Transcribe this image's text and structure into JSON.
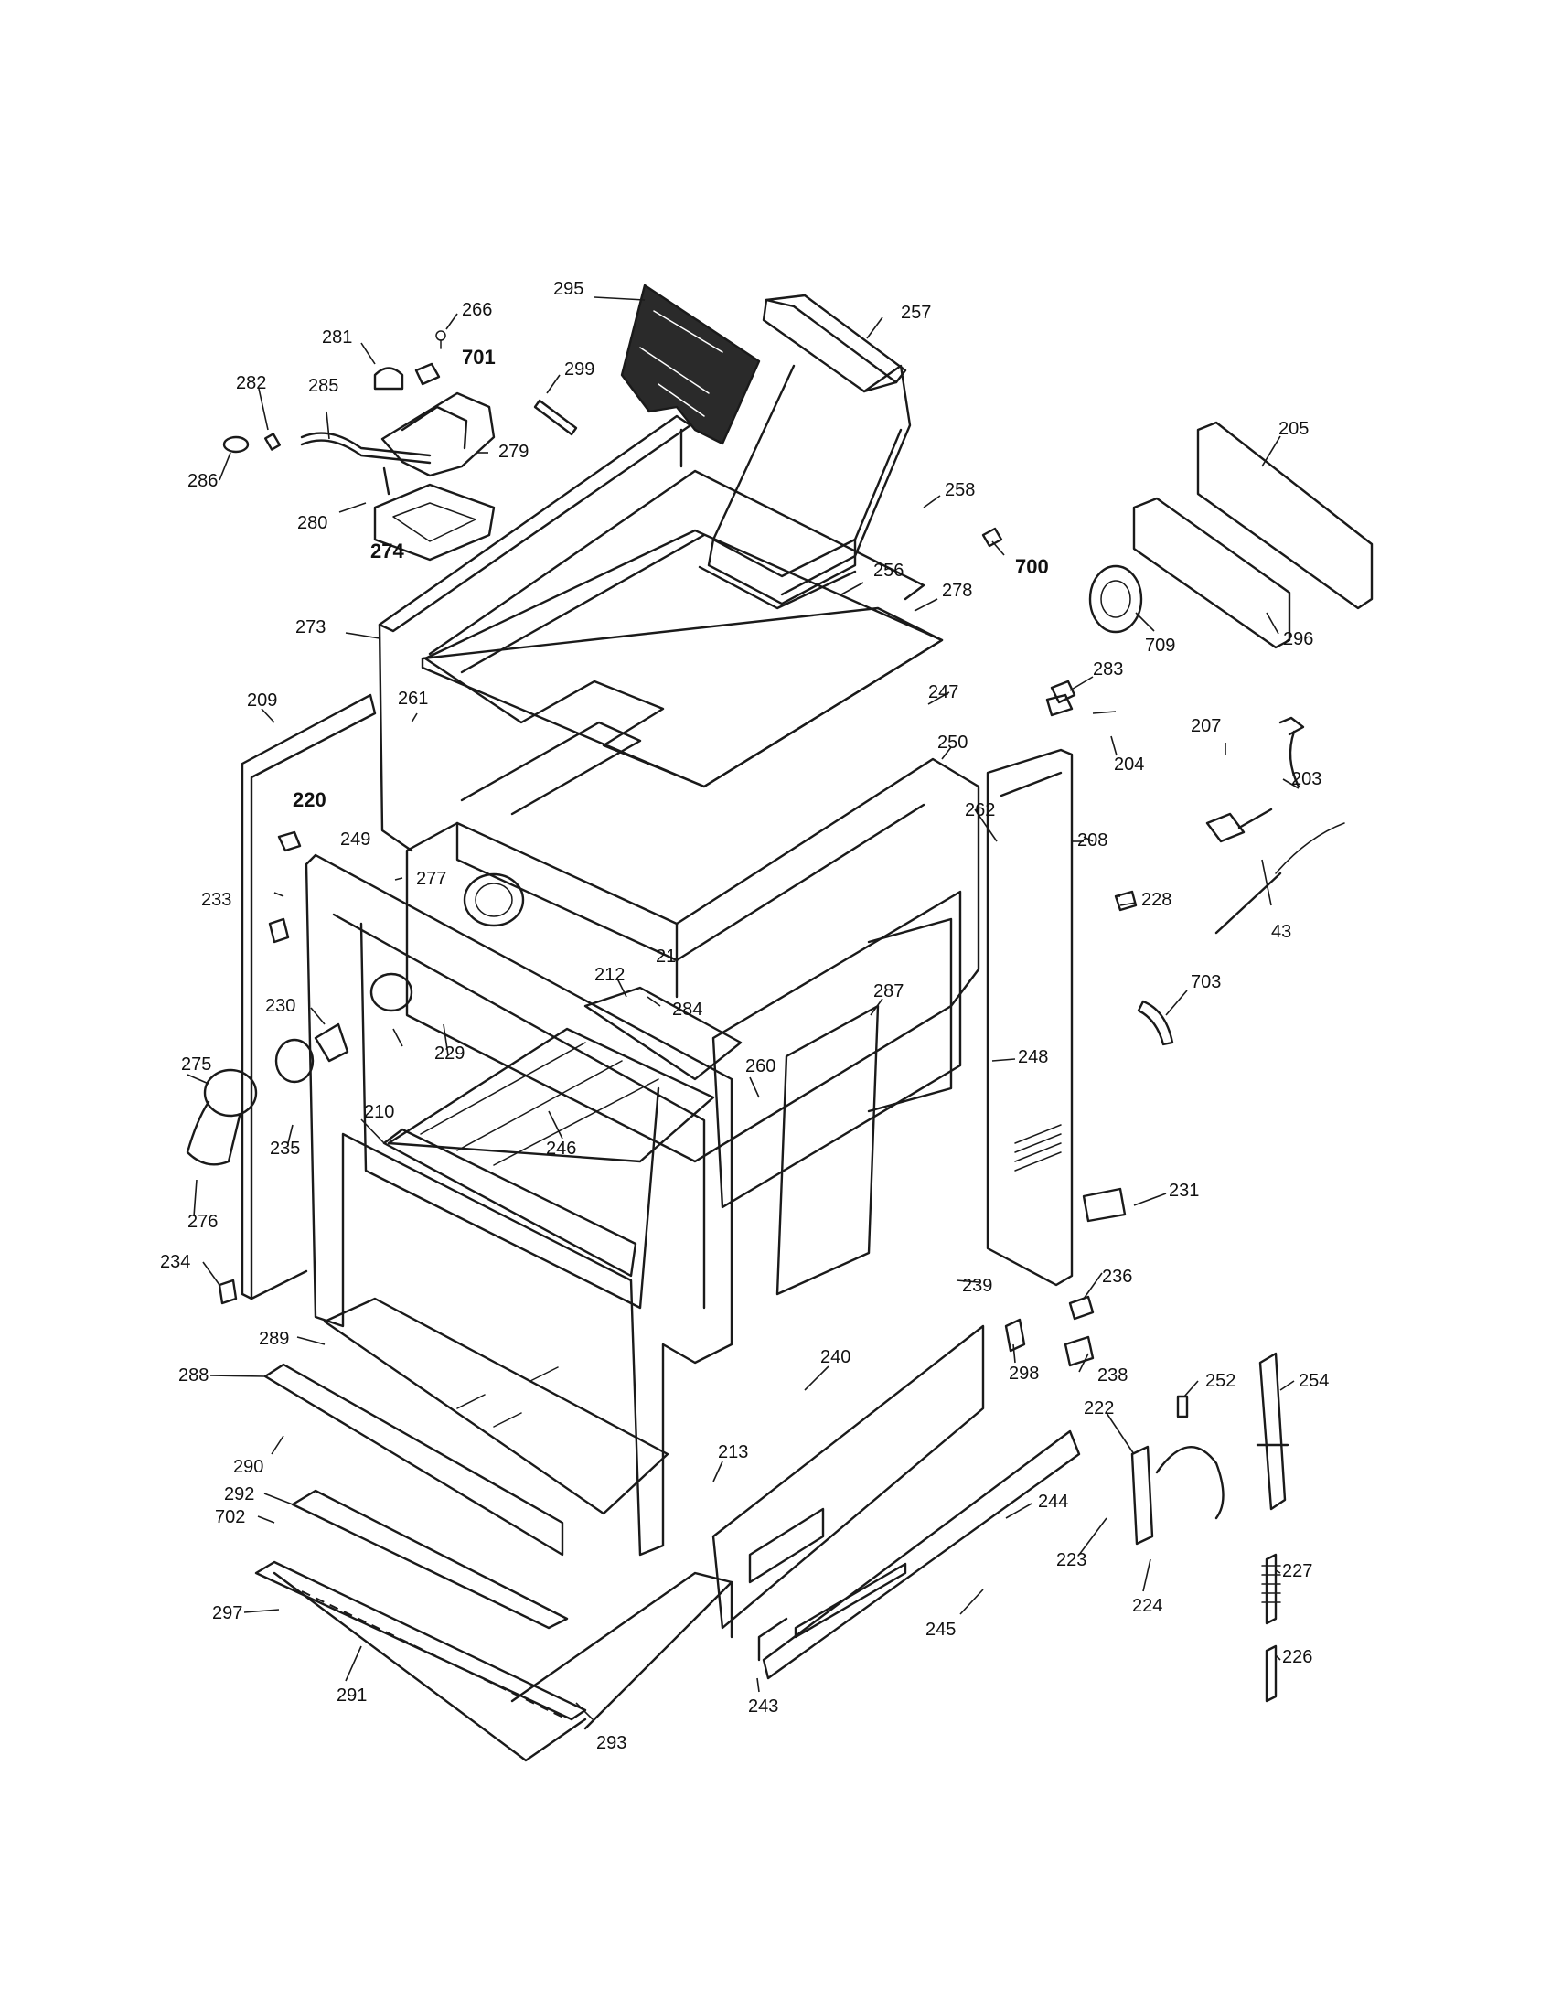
{
  "diagram": {
    "colors": {
      "ink": "#1a1a1a",
      "paper": "#ffffff"
    },
    "callouts": [
      {
        "id": "p295",
        "text": "295",
        "bold": false
      },
      {
        "id": "p266",
        "text": "266",
        "bold": false
      },
      {
        "id": "p281",
        "text": "281",
        "bold": false
      },
      {
        "id": "p701",
        "text": "701",
        "bold": true
      },
      {
        "id": "p257",
        "text": "257",
        "bold": false
      },
      {
        "id": "p282",
        "text": "282",
        "bold": false
      },
      {
        "id": "p285",
        "text": "285",
        "bold": false
      },
      {
        "id": "p299",
        "text": "299",
        "bold": false
      },
      {
        "id": "p279",
        "text": "279",
        "bold": false
      },
      {
        "id": "p286",
        "text": "286",
        "bold": false
      },
      {
        "id": "p205",
        "text": "205",
        "bold": false
      },
      {
        "id": "p258",
        "text": "258",
        "bold": false
      },
      {
        "id": "p280",
        "text": "280",
        "bold": false
      },
      {
        "id": "p274",
        "text": "274",
        "bold": true
      },
      {
        "id": "p700",
        "text": "700",
        "bold": true
      },
      {
        "id": "p256",
        "text": "256",
        "bold": false
      },
      {
        "id": "p278",
        "text": "278",
        "bold": false
      },
      {
        "id": "p273",
        "text": "273",
        "bold": false
      },
      {
        "id": "p709",
        "text": "709",
        "bold": false
      },
      {
        "id": "p296",
        "text": "296",
        "bold": false
      },
      {
        "id": "p283",
        "text": "283",
        "bold": false
      },
      {
        "id": "p209",
        "text": "209",
        "bold": false
      },
      {
        "id": "p261",
        "text": "261",
        "bold": false
      },
      {
        "id": "p247",
        "text": "247",
        "bold": false
      },
      {
        "id": "p207",
        "text": "207",
        "bold": false
      },
      {
        "id": "p250",
        "text": "250",
        "bold": false
      },
      {
        "id": "p204",
        "text": "204",
        "bold": false
      },
      {
        "id": "p203",
        "text": "203",
        "bold": false
      },
      {
        "id": "p220",
        "text": "220",
        "bold": true
      },
      {
        "id": "p262",
        "text": "262",
        "bold": false
      },
      {
        "id": "p249",
        "text": "249",
        "bold": false
      },
      {
        "id": "p208",
        "text": "208",
        "bold": false
      },
      {
        "id": "p277",
        "text": "277",
        "bold": false
      },
      {
        "id": "p228",
        "text": "228",
        "bold": false
      },
      {
        "id": "p233",
        "text": "233",
        "bold": false
      },
      {
        "id": "p43",
        "text": "43",
        "bold": false
      },
      {
        "id": "p212",
        "text": "212",
        "bold": false
      },
      {
        "id": "p211",
        "text": "21",
        "bold": false
      },
      {
        "id": "p703",
        "text": "703",
        "bold": false
      },
      {
        "id": "p230",
        "text": "230",
        "bold": false
      },
      {
        "id": "p284",
        "text": "284",
        "bold": false
      },
      {
        "id": "p287",
        "text": "287",
        "bold": false
      },
      {
        "id": "p248",
        "text": "248",
        "bold": false
      },
      {
        "id": "p229",
        "text": "229",
        "bold": false
      },
      {
        "id": "p275",
        "text": "275",
        "bold": false
      },
      {
        "id": "p260",
        "text": "260",
        "bold": false
      },
      {
        "id": "p210",
        "text": "210",
        "bold": false
      },
      {
        "id": "p246",
        "text": "246",
        "bold": false
      },
      {
        "id": "p235",
        "text": "235",
        "bold": false
      },
      {
        "id": "p231",
        "text": "231",
        "bold": false
      },
      {
        "id": "p276",
        "text": "276",
        "bold": false
      },
      {
        "id": "p234",
        "text": "234",
        "bold": false
      },
      {
        "id": "p236",
        "text": "236",
        "bold": false
      },
      {
        "id": "p239",
        "text": "239",
        "bold": false
      },
      {
        "id": "p289",
        "text": "289",
        "bold": false
      },
      {
        "id": "p298",
        "text": "298",
        "bold": false
      },
      {
        "id": "p240",
        "text": "240",
        "bold": false
      },
      {
        "id": "p238",
        "text": "238",
        "bold": false
      },
      {
        "id": "p288",
        "text": "288",
        "bold": false
      },
      {
        "id": "p252",
        "text": "252",
        "bold": false
      },
      {
        "id": "p254",
        "text": "254",
        "bold": false
      },
      {
        "id": "p222",
        "text": "222",
        "bold": false
      },
      {
        "id": "p290",
        "text": "290",
        "bold": false
      },
      {
        "id": "p213",
        "text": "213",
        "bold": false
      },
      {
        "id": "p244",
        "text": "244",
        "bold": false
      },
      {
        "id": "p292",
        "text": "292",
        "bold": false
      },
      {
        "id": "p702",
        "text": "702",
        "bold": false
      },
      {
        "id": "p223",
        "text": "223",
        "bold": false
      },
      {
        "id": "p227",
        "text": "227",
        "bold": false
      },
      {
        "id": "p297",
        "text": "297",
        "bold": false
      },
      {
        "id": "p224",
        "text": "224",
        "bold": false
      },
      {
        "id": "p245",
        "text": "245",
        "bold": false
      },
      {
        "id": "p226",
        "text": "226",
        "bold": false
      },
      {
        "id": "p291",
        "text": "291",
        "bold": false
      },
      {
        "id": "p243",
        "text": "243",
        "bold": false
      },
      {
        "id": "p293",
        "text": "293",
        "bold": false
      }
    ]
  }
}
